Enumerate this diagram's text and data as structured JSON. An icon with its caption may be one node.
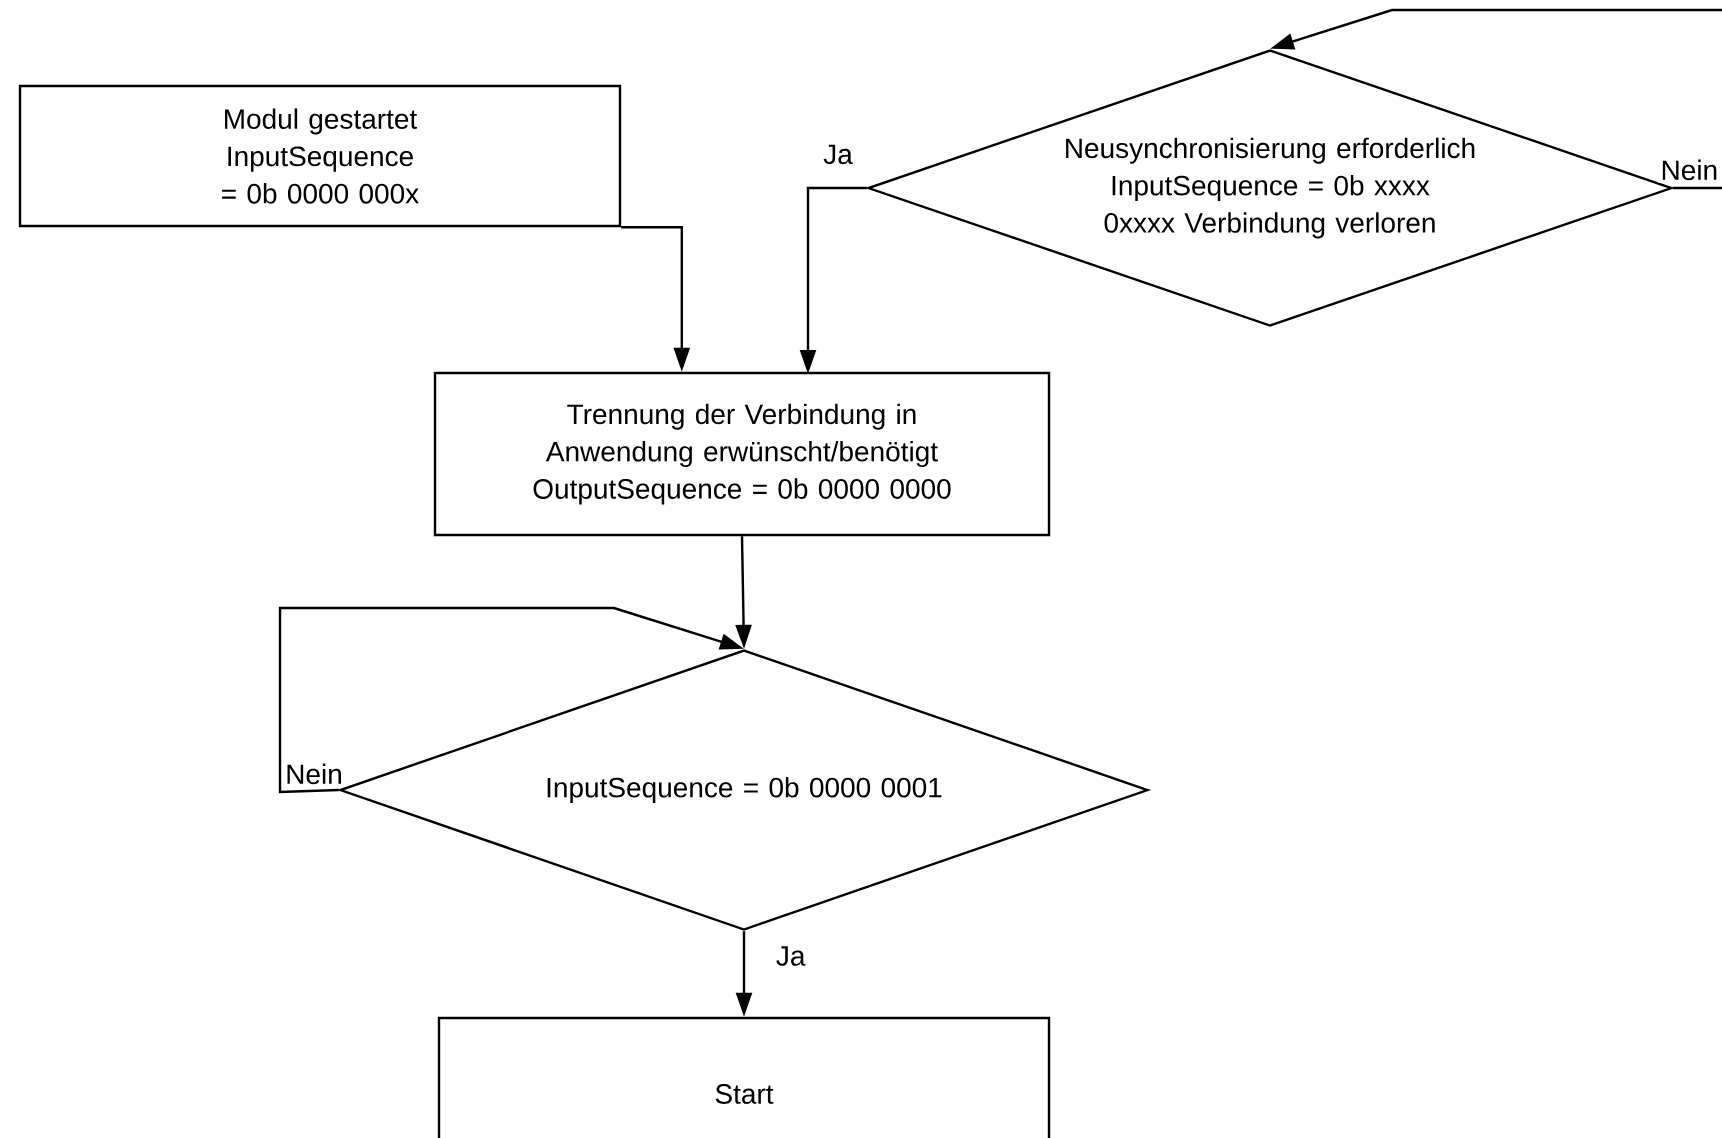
{
  "diagram": {
    "nodes": [
      {
        "text": [
          "Modul gestartet InputSequence = 0b 0000 000x"
        ]
      },
      {
        "text": [
          "Neusynchronisierung erforderlich InputSequence = 0b xxxx 0xxxx Verbindung verloren"
        ]
      },
      {
        "text": [
          "Trennung der Verbindung in Anwendung erwünscht/benötigt OutputSequence = 0b 0000 0000"
        ]
      },
      {
        "text": [
          "InputSequence = 0b 0000 0001"
        ]
      },
      {
        "text": [
          "Start"
        ]
      }
    ],
    "edges": [
      {
        "from": 0,
        "to": 2,
        "arrow": "to"
      },
      {
        "from": 1,
        "to": 2,
        "arrow": "to",
        "label": "Ja"
      },
      {
        "from": 1,
        "to": null,
        "arrow": "none",
        "label": "Nein"
      },
      {
        "from": null,
        "to": 1,
        "arrow": "to"
      },
      {
        "from": 2,
        "to": 3,
        "arrow": "to"
      },
      {
        "from": 3,
        "to": 3,
        "arrow": "to",
        "label": "Nein"
      },
      {
        "from": 3,
        "to": 4,
        "arrow": "to",
        "label": "Ja"
      }
    ]
  }
}
